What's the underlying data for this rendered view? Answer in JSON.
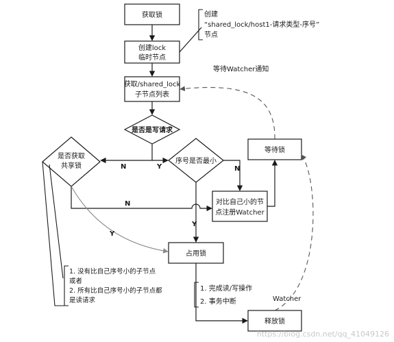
{
  "nodes": {
    "acquire_lock": "获取锁",
    "create_node_line1": "创建lock",
    "create_node_line2": "临时节点",
    "get_children_line1": "获取/shared_lock",
    "get_children_line2": "子节点列表",
    "is_write_request": "是否是写请求",
    "can_share_line1": "是否获取",
    "can_share_line2": "共享锁",
    "is_smallest": "序号是否最小",
    "wait_lock": "等待锁",
    "register_watcher_line1": "对比自己小的节",
    "register_watcher_line2": "点注册Watcher",
    "occupy_lock": "占用锁",
    "release_lock": "释放锁"
  },
  "annotations": {
    "create_note_line1": "创建",
    "create_note_line2": "“shared_lock/host1-请求类型-序号”",
    "create_note_line3": "节点",
    "wait_notify": "等待Watcher通知",
    "watcher": "Watcher",
    "cond_line1": "1.  没有比自己序号小的子节点",
    "cond_line2": "或者",
    "cond_line3": "2.  所有比自己序号小的子节点都",
    "cond_line4": "是读请求",
    "ops_line1": "1. 完成读/写操作",
    "ops_line2": "2. 事务中断"
  },
  "labels": {
    "n_write": "N",
    "y_write": "Y",
    "n_smallest": "N",
    "y_smallest": "Y",
    "n_share": "N",
    "y_share": "Y"
  },
  "watermark": "https://blog.csdn.net/qq_41049126"
}
